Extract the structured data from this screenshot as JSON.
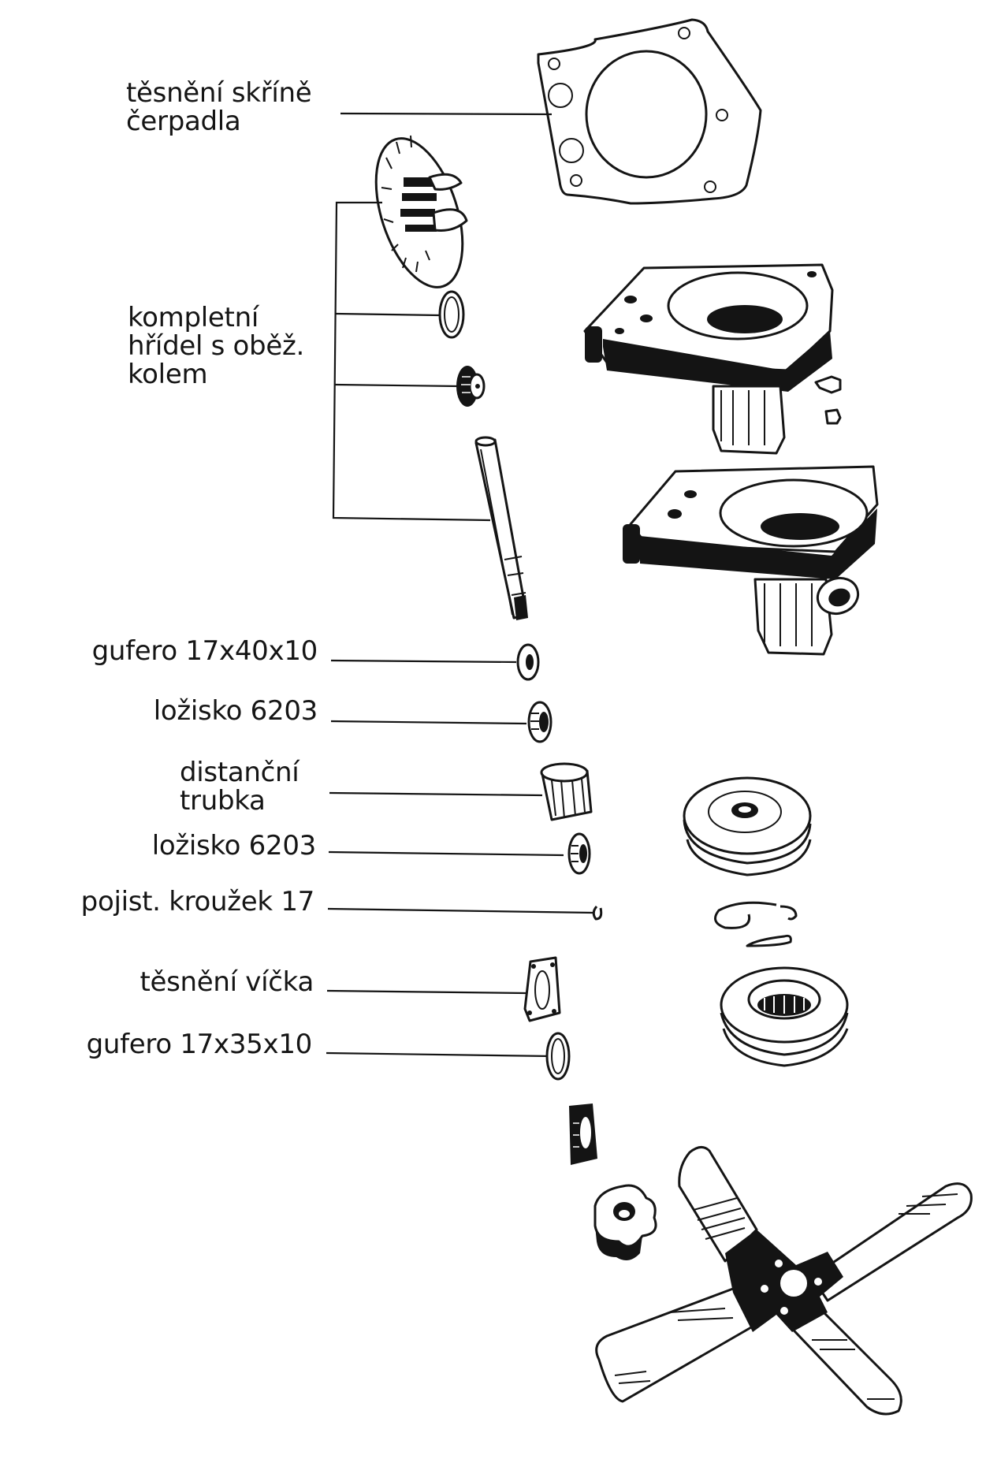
{
  "title": "Water pump exploded parts diagram",
  "labels": {
    "pump_housing_gasket": [
      "těsnění skříně",
      "čerpadla"
    ],
    "shaft_assembly": [
      "kompletní",
      "hřídel s oběž.",
      "kolem"
    ],
    "shaft_seal_1": "gufero 17x40x10",
    "bearing_1": "ložisko 6203",
    "spacer_tube": [
      "distanční",
      "trubka"
    ],
    "bearing_2": "ložisko 6203",
    "circlip": "pojist. kroužek 17",
    "cover_gasket": "těsnění víčka",
    "shaft_seal_2": "gufero 17x35x10"
  },
  "colors": {
    "ink": "#141414",
    "paper": "#ffffff"
  }
}
